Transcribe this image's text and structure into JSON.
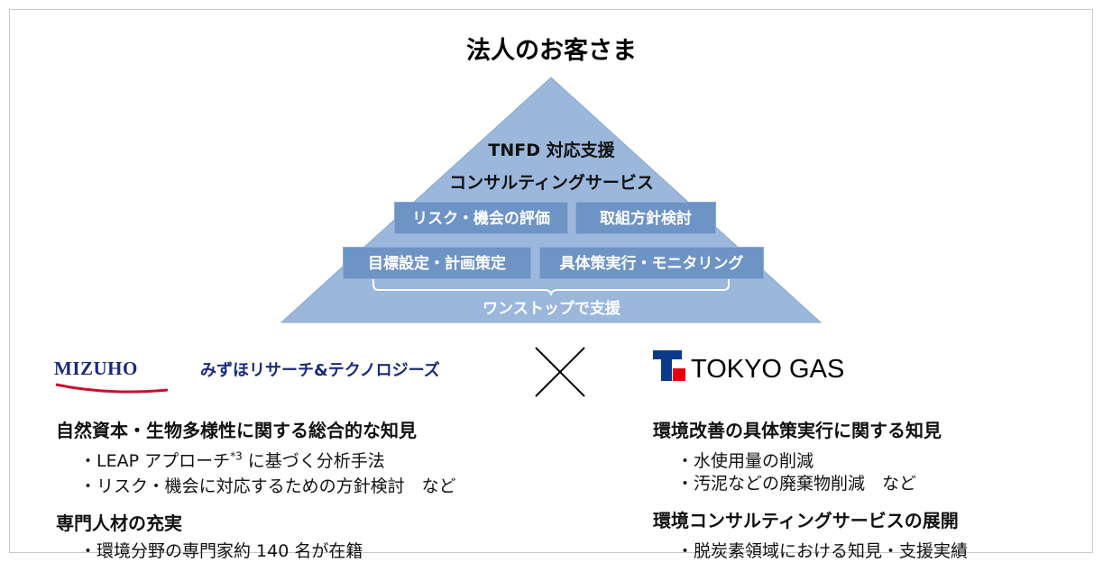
{
  "title": "法人のお客さま",
  "pyramid": {
    "service_line1": "TNFD 対応支援",
    "service_line2": "コンサルティングサービス",
    "boxes": [
      "リスク・機会の評価",
      "取組方針検討",
      "目標設定・計画策定",
      "具体策実行・モニタリング"
    ],
    "onestop": "ワンストップで支援",
    "fill_color": "#9bb7dc",
    "box_color": "#6e94c6"
  },
  "left": {
    "logo_word": "MIZUHO",
    "logo_jp": "みずほリサーチ&テクノロジーズ",
    "heading1": "自然資本・生物多様性に関する総合的な知見",
    "bullets1": [
      {
        "text": "・LEAP アプローチ",
        "sup": "*3",
        "rest": " に基づく分析手法"
      },
      {
        "text": "・リスク・機会に対応するための方針検討　など"
      }
    ],
    "heading2": "専門人材の充実",
    "bullets2": [
      "・環境分野の専門家約 140 名が在籍"
    ]
  },
  "right": {
    "logo_text": "TOKYO GAS",
    "heading1": "環境改善の具体策実行に関する知見",
    "bullets1": [
      "・水使用量の削減",
      "・汚泥などの廃棄物削減　など"
    ],
    "heading2": "環境コンサルティングサービスの展開",
    "bullets2": [
      "・脱炭素領域における知見・支援実績"
    ]
  }
}
